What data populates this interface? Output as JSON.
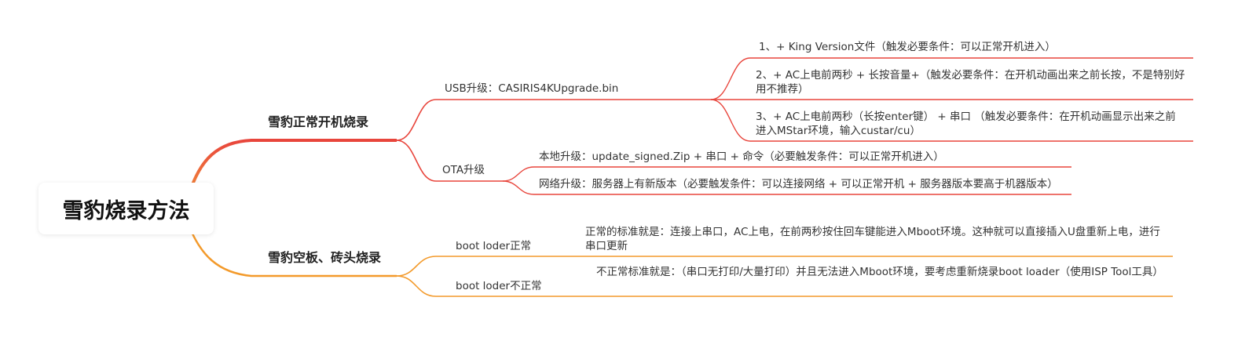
{
  "root": {
    "label": "雪豹烧录方法"
  },
  "branches": [
    {
      "label": "雪豹正常开机烧录",
      "color": "#e8453c",
      "children": [
        {
          "label": "USB升级：CASIRIS4KUpgrade.bin",
          "children": [
            {
              "label": "1、+ King Version文件（触发必要条件：可以正常开机进入）"
            },
            {
              "label": "2、+ AC上电前两秒  + 长按音量+（触发必要条件：在开机动画出来之前长按，不是特别好用不推荐）"
            },
            {
              "label": "3、+ AC上电前两秒（长按enter键） + 串口 （触发必要条件：在开机动画显示出来之前进入MStar环境，输入custar/cu）"
            }
          ]
        },
        {
          "label": "OTA升级",
          "children": [
            {
              "label": "本地升级：update_signed.Zip + 串口 + 命令（必要触发条件：可以正常开机进入）"
            },
            {
              "label": "网络升级：服务器上有新版本（必要触发条件：可以连接网络 + 可以正常开机 + 服务器版本要高于机器版本）"
            }
          ]
        }
      ]
    },
    {
      "label": "雪豹空板、砖头烧录",
      "color": "#f39a2b",
      "children": [
        {
          "label": "boot loder正常",
          "children": [
            {
              "label": "正常的标准就是：连接上串口，AC上电，在前两秒按住回车键能进入Mboot环境。这种就可以直接插入U盘重新上电，进行串口更新"
            }
          ]
        },
        {
          "label": "boot loder不正常",
          "children": [
            {
              "label": "不正常标准就是：（串口无打印/大量打印）并且无法进入Mboot环境，要考虑重新烧录boot loader（使用ISP Tool工具）"
            }
          ]
        }
      ]
    }
  ]
}
